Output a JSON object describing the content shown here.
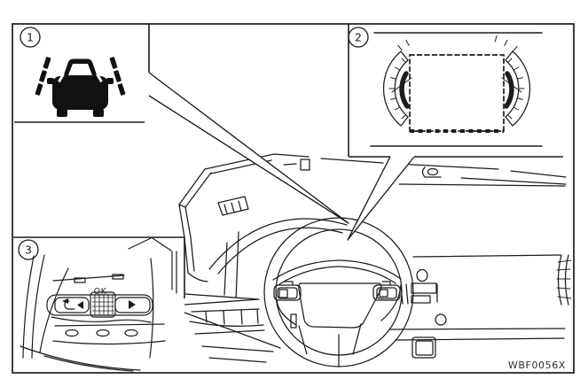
{
  "figure": {
    "code_label": "WBF0056X",
    "background_color": "#ffffff",
    "line_color": "#1c1c1c"
  },
  "callouts": {
    "one": {
      "number": "1",
      "icon": "lane-departure-warning-indicator-icon"
    },
    "two": {
      "number": "2",
      "icon": "instrument-cluster-display-graphic"
    },
    "three": {
      "number": "3",
      "icon": "steering-wheel-ok-switch-closeup",
      "ok_label": "OK"
    }
  }
}
